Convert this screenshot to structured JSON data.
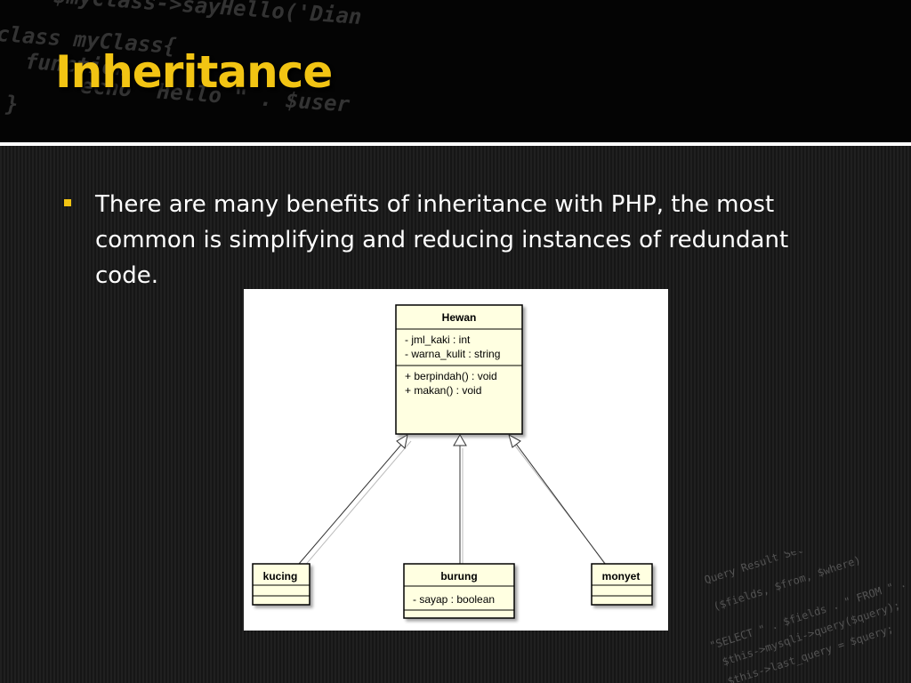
{
  "slide": {
    "title": "Inheritance",
    "bullet": "There are many benefits of inheritance with PHP, the most common is simplifying and reducing instances of redundant code."
  },
  "background_code": {
    "lines": [
      "$myClass->sayHello('Dian",
      "class myClass{",
      "function",
      "echo \"Hello \" . $user",
      "}"
    ],
    "corner_lines": [
      "Query Result Set",
      "($fields, $from, $where)",
      "\"SELECT \" . $fields . \" FROM \" . $",
      "$this->mysqli->query($query);",
      "$this->last_query = $query;"
    ]
  },
  "uml": {
    "parent": {
      "name": "Hewan",
      "attributes": [
        "- jml_kaki : int",
        "- warna_kulit : string"
      ],
      "methods": [
        "+ berpindah() : void",
        "+ makan() : void"
      ]
    },
    "children": [
      {
        "name": "kucing",
        "attributes": []
      },
      {
        "name": "burung",
        "attributes": [
          "- sayap : boolean"
        ]
      },
      {
        "name": "monyet",
        "attributes": []
      }
    ]
  },
  "colors": {
    "title": "#f2c413",
    "bullet": "#f2c413",
    "class_fill": "#ffffe1",
    "diagram_bg": "#ffffff"
  }
}
